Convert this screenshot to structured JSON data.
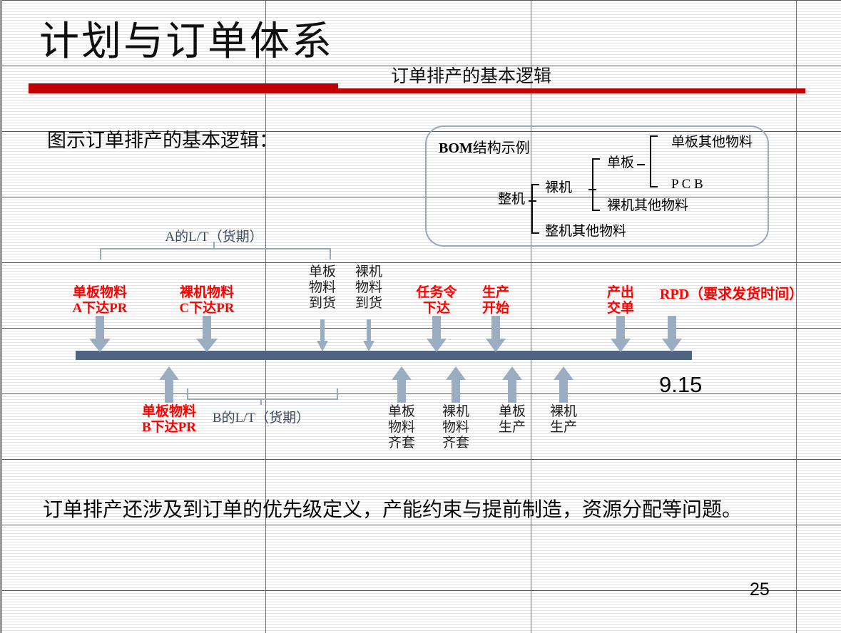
{
  "header": {
    "title": "计划与订单体系",
    "subtitle": "订单排产的基本逻辑",
    "accent_color": "#C00000"
  },
  "lead_text": "图示订单排产的基本逻辑：",
  "bom": {
    "title_bold": "BOM",
    "title_rest": "结构示例",
    "nodes": {
      "root": "整机",
      "level2_a": "裸机",
      "level2_b": "整机其他物料",
      "level3_a": "单板",
      "level3_b": "裸机其他物料",
      "level4_a": "单板其他物料",
      "level4_b": "P C B"
    }
  },
  "timeline": {
    "bar_color": "#4F6480",
    "arrow_color": "#9BADC1",
    "date_label": "9.15",
    "above_labels": [
      {
        "id": "board-material-a-pr",
        "text": "单板物料\nA下达PR",
        "style": "red"
      },
      {
        "id": "bare-material-c-pr",
        "text": "裸机物料\nC下达PR",
        "style": "red"
      },
      {
        "id": "board-material-arrival",
        "text": "单板\n物料\n到货",
        "style": "black"
      },
      {
        "id": "bare-material-arrival",
        "text": "裸机\n物料\n到货",
        "style": "black"
      },
      {
        "id": "work-order-release",
        "text": "任务令\n下达",
        "style": "red"
      },
      {
        "id": "production-start",
        "text": "生产\n开始",
        "style": "red"
      },
      {
        "id": "output-delivery",
        "text": "产出\n交单",
        "style": "red"
      },
      {
        "id": "rpd",
        "text": "RPD（要求发货时间）",
        "style": "rpd"
      }
    ],
    "below_labels": [
      {
        "id": "board-material-b-pr",
        "text": "单板物料\nB下达PR",
        "style": "red"
      },
      {
        "id": "board-material-kitting",
        "text": "单板\n物料\n齐套",
        "style": "black"
      },
      {
        "id": "bare-material-kitting",
        "text": "裸机\n物料\n齐套",
        "style": "black"
      },
      {
        "id": "board-production",
        "text": "单板\n生产",
        "style": "black"
      },
      {
        "id": "bare-production",
        "text": "裸机\n生产",
        "style": "black"
      }
    ],
    "lt_brackets": [
      {
        "id": "lt-a",
        "label": "A的L/T（货期）"
      },
      {
        "id": "lt-b",
        "label": "B的L/T（货期）"
      }
    ]
  },
  "bottom_text": "订单排产还涉及到订单的优先级定义，产能约束与提前制造，资源分配等问题。",
  "page_number": "25"
}
